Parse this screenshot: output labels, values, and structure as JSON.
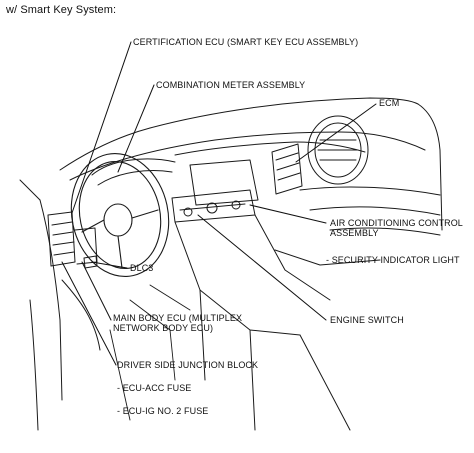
{
  "heading": "w/ Smart Key System:",
  "callouts": {
    "certification_ecu": "CERTIFICATION ECU (SMART KEY ECU ASSEMBLY)",
    "combination_meter": "COMBINATION METER ASSEMBLY",
    "ecm": "ECM",
    "air_conditioning_line1": "AIR CONDITIONING CONTROL",
    "air_conditioning_line2": "ASSEMBLY",
    "security_indicator": "- SECURITY INDICATOR LIGHT",
    "dlc3": "DLC3",
    "main_body_ecu_line1": "MAIN BODY ECU (MULTIPLEX",
    "main_body_ecu_line2": "NETWORK BODY ECU)",
    "engine_switch": "ENGINE SWITCH",
    "driver_side_junction_block": "DRIVER SIDE JUNCTION BLOCK",
    "ecu_acc_fuse": "- ECU-ACC FUSE",
    "ecu_ig_fuse": "- ECU-IG NO. 2 FUSE"
  }
}
